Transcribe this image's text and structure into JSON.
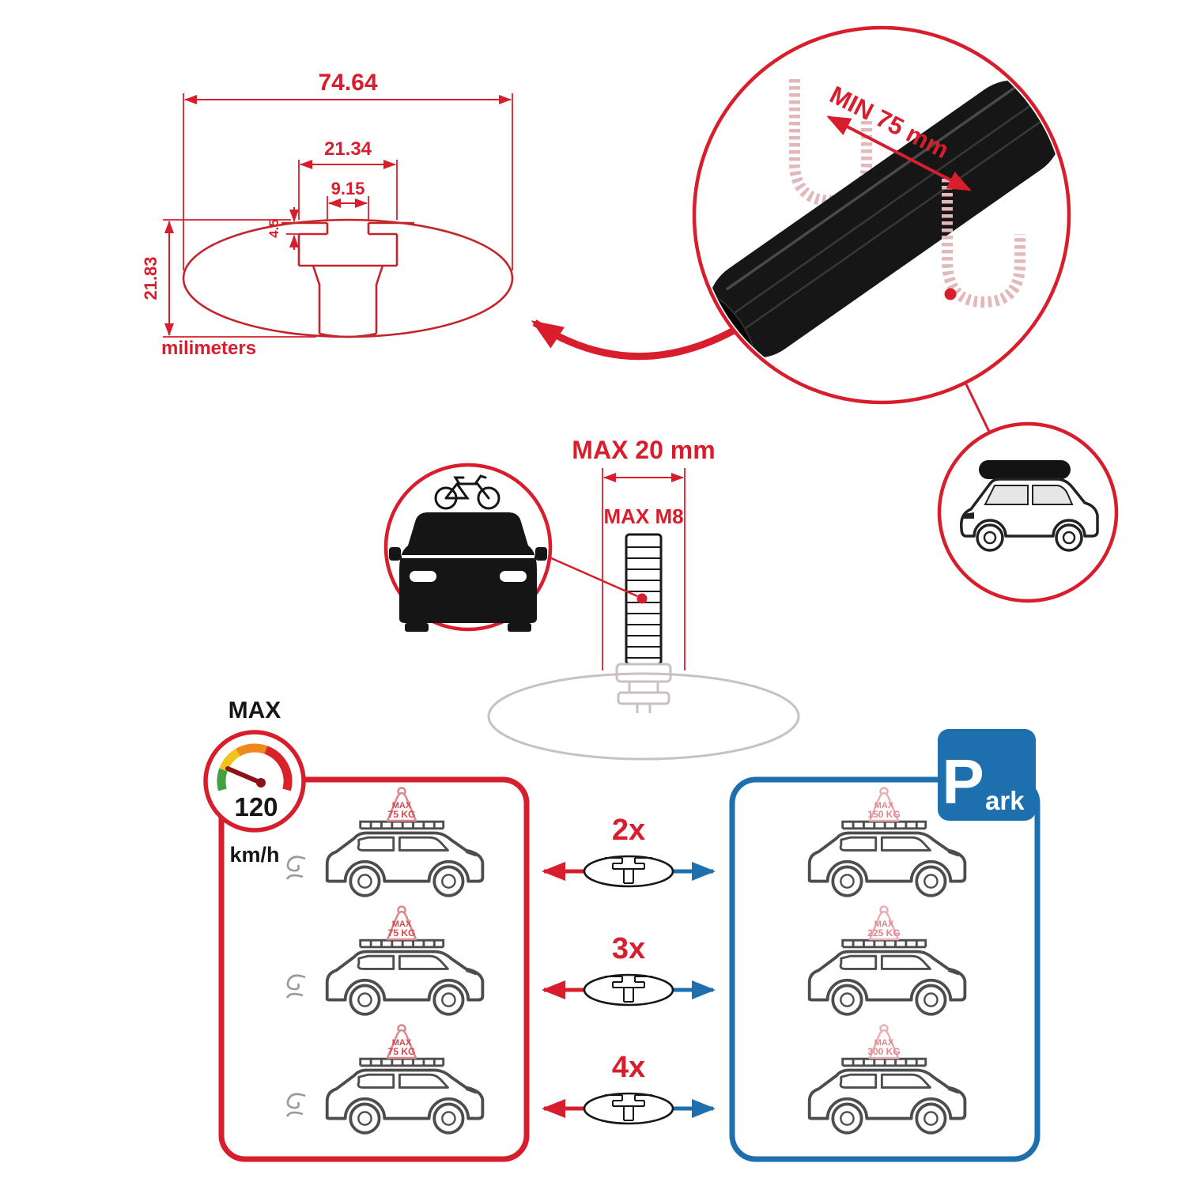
{
  "colors": {
    "red": "#d81e2c",
    "blue": "#1d6fae",
    "pink_faded": "#e2b8bc",
    "black": "#161616",
    "car_outline_gray": "#4d4d4d",
    "gauge_green": "#3fa13f",
    "gauge_yellow": "#f2c21e",
    "gauge_orange": "#ee8a1c",
    "gauge_red": "#d8232a"
  },
  "profile_dimensions": {
    "total_width": "74.64",
    "channel_width": "21.34",
    "slot_width": "9.15",
    "lip_depth": "4.5",
    "height": "21.83",
    "units_label": "milimeters"
  },
  "crossbar_detail": {
    "min_clamp_span": "MIN 75 mm"
  },
  "mounting_bolt": {
    "max_length": "MAX 20 mm",
    "max_thread": "MAX M8"
  },
  "speed_limit": {
    "label": "MAX",
    "value": "120",
    "unit": "km/h"
  },
  "driving_cars": [
    {
      "tag_label": "MAX",
      "tag_weight": "75 KG"
    },
    {
      "tag_label": "MAX",
      "tag_weight": "75 KG"
    },
    {
      "tag_label": "MAX",
      "tag_weight": "75 KG"
    }
  ],
  "bar_quantities": [
    {
      "label": "2x"
    },
    {
      "label": "3x"
    },
    {
      "label": "4x"
    }
  ],
  "park_sign": {
    "initial": "P",
    "rest": "ark"
  },
  "parked_cars": [
    {
      "tag_label": "MAX",
      "tag_weight": "150 KG"
    },
    {
      "tag_label": "MAX",
      "tag_weight": "225 KG"
    },
    {
      "tag_label": "MAX",
      "tag_weight": "300 KG"
    }
  ]
}
